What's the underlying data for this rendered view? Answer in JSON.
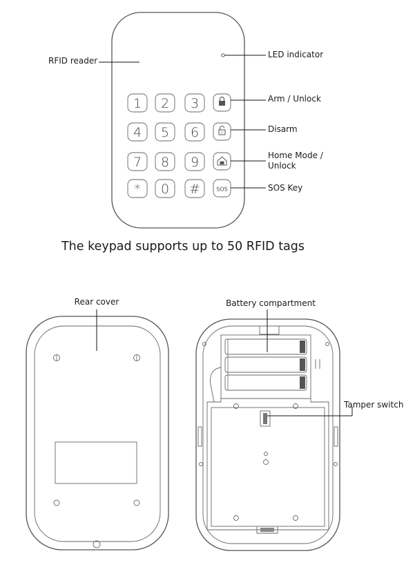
{
  "keypad": {
    "keys": [
      "1",
      "2",
      "3",
      "4",
      "5",
      "6",
      "7",
      "8",
      "9",
      "*",
      "0",
      "#"
    ],
    "sos_label": "SOS"
  },
  "labels": {
    "rfid_reader": "RFID reader",
    "led_indicator": "LED indicator",
    "arm_unlock": "Arm / Unlock",
    "disarm": "Disarm",
    "home_mode_line1": "Home Mode /",
    "home_mode_line2": "Unlock",
    "sos_key": "SOS Key",
    "rear_cover": "Rear cover",
    "battery_compartment": "Battery compartment",
    "tamper_switch": "Tamper switch"
  },
  "caption": "The keypad supports up to 50 RFID tags"
}
